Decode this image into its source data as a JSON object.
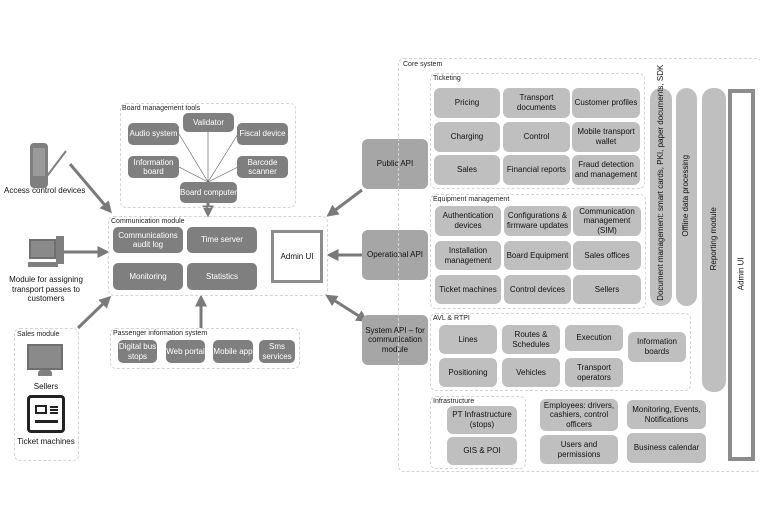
{
  "left": {
    "access_control": "Access control devices",
    "assign_module": "Module for assigning transport passes to customers",
    "sales_module": {
      "title": "Sales module",
      "sellers": "Sellers",
      "ticket_machines": "Ticket machines"
    }
  },
  "board_tools": {
    "title": "Board management tools",
    "audio": "Audio system",
    "validator": "Validator",
    "fiscal": "Fiscal device",
    "info_board": "Information board",
    "barcode": "Barcode scanner",
    "computer": "Board computer"
  },
  "comm_module": {
    "title": "Communication module",
    "audit": "Communications audit log",
    "time": "Time server",
    "monitoring": "Monitoring",
    "statistics": "Statistics",
    "admin": "Admin UI"
  },
  "pis": {
    "title": "Passenger information system",
    "items": [
      "Digital bus stops",
      "Web portal",
      "Mobile app",
      "Sms services"
    ]
  },
  "apis": {
    "public": "Public API",
    "operational": "Operational API",
    "system": "System API – for communication module"
  },
  "core": {
    "title": "Core system",
    "ticketing": {
      "title": "Ticketing",
      "items": [
        "Pricing",
        "Transport documents",
        "Customer profiles",
        "Charging",
        "Control",
        "Mobile transport wallet",
        "Sales",
        "Financial reports",
        "Fraud detection and management"
      ]
    },
    "equipment": {
      "title": "Equipment management",
      "items": [
        "Authentication devices",
        "Configurations & firmware updates",
        "Communication management (SIM)",
        "Installation management",
        "Board Equipment",
        "Sales offices",
        "Ticket machines",
        "Control devices",
        "Sellers"
      ]
    },
    "avl": {
      "title": "AVL & RTPI",
      "lines": "Lines",
      "routes": "Routes & Schedules",
      "execution": "Execution",
      "info_boards": "Information boards",
      "positioning": "Positioning",
      "vehicles": "Vehicles",
      "operators": "Transport operators"
    },
    "infra": {
      "title": "Infrastructure",
      "pt": "PT Infrastructure (stops)",
      "gis": "GIS & POI"
    },
    "employees": "Employees: drivers, cashiers, control officers",
    "users": "Users and permissions",
    "monitoring": "Monitoring, Events, Notifications",
    "calendar": "Business calendar",
    "doc_mgmt": "Document management: smart cards, PKI, paper documents, SDK",
    "offline": "Offline data processing",
    "reporting": "Reporting module",
    "admin": "Admin UI"
  }
}
